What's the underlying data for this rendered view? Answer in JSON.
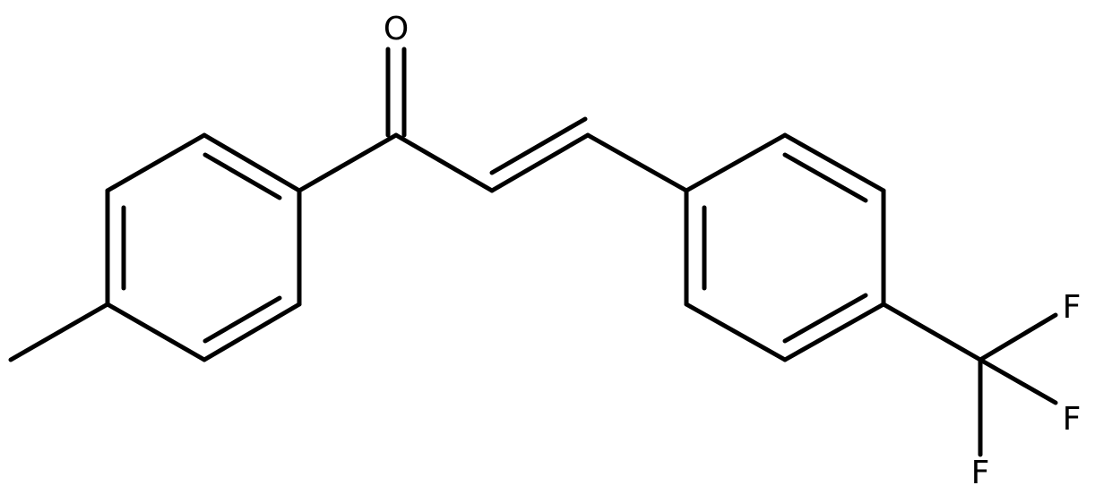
{
  "molecule": {
    "atom_labels": {
      "oxygen": "O",
      "fluorine_1": "F",
      "fluorine_2": "F",
      "fluorine_3": "F"
    },
    "line_color": "#000000",
    "background_color": "#ffffff"
  }
}
